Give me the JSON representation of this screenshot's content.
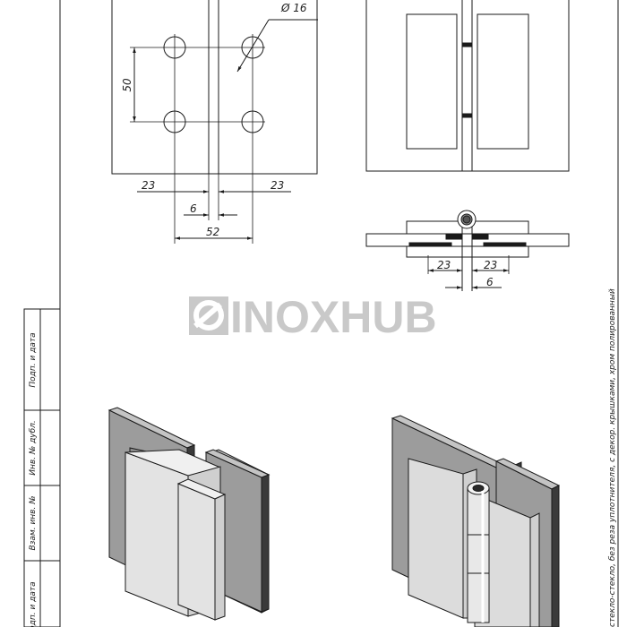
{
  "drawing": {
    "dimensions": {
      "hole_diameter": "Ø 16",
      "hole_spacing_vertical": "50",
      "left_offset": "23",
      "right_offset": "23",
      "gap": "6",
      "hole_spacing_horizontal": "52",
      "top_left_offset": "23",
      "top_right_offset": "23",
      "top_gap": "6"
    },
    "watermark": "INOXHUB",
    "title_block": {
      "field_1": "Подп. и дата",
      "field_2": "Инв. № дубл.",
      "field_3": "Взам. инв. №",
      "field_4": "Подп. и дата"
    },
    "side_note": "стекло-стекло, без реза уплотнителя, с декор. крышками, хром полированный"
  },
  "colors": {
    "line": "#1a1a1a",
    "steel_front": "#9c9c9c",
    "steel_side": "#3a3a3a",
    "steel_top": "#6e6e6e",
    "glass": "#e3e3e3",
    "watermark": "#c9c9c9"
  }
}
